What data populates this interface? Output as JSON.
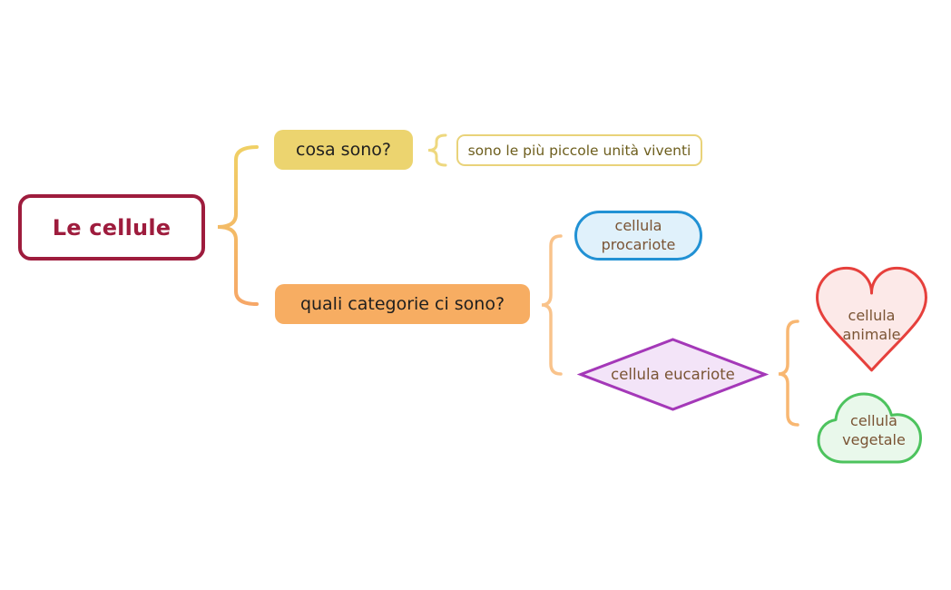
{
  "mindmap": {
    "root": {
      "label": "Le cellule"
    },
    "branches": [
      {
        "question": "cosa sono?",
        "answer": "sono le più piccole unità viventi"
      },
      {
        "question": "quali categorie ci sono?",
        "children": [
          {
            "label": "cellula procariote",
            "shape": "capsule"
          },
          {
            "label": "cellula eucariote",
            "shape": "diamond",
            "children": [
              {
                "label": "cellula animale",
                "shape": "heart"
              },
              {
                "label": "cellula vegetale",
                "shape": "cloud"
              }
            ]
          }
        ]
      }
    ]
  },
  "colors": {
    "background": "#ffffff",
    "root_accent": "#9e1c3d",
    "question1_fill": "#ecd46f",
    "question2_fill": "#f7ad62",
    "question_text": "#1f1f1f",
    "answer_border": "#e9d37a",
    "answer_text": "#6d5e1d",
    "brace_root_gradient_top": "#f0d065",
    "brace_root_gradient_bottom": "#f6a767",
    "brace_gold": "#eed87f",
    "brace_light_orange": "#f9c38b",
    "brace_orange": "#f8b772",
    "procariote_fill": "#e0f1fb",
    "procariote_border": "#2191d4",
    "eucariote_fill": "#f3e4f8",
    "eucariote_border": "#a438b8",
    "animale_fill": "#fce9e8",
    "animale_border": "#e6403c",
    "vegetale_fill": "#e9f8eb",
    "vegetale_border": "#4dc35e",
    "shape_text": "#7a5434"
  }
}
